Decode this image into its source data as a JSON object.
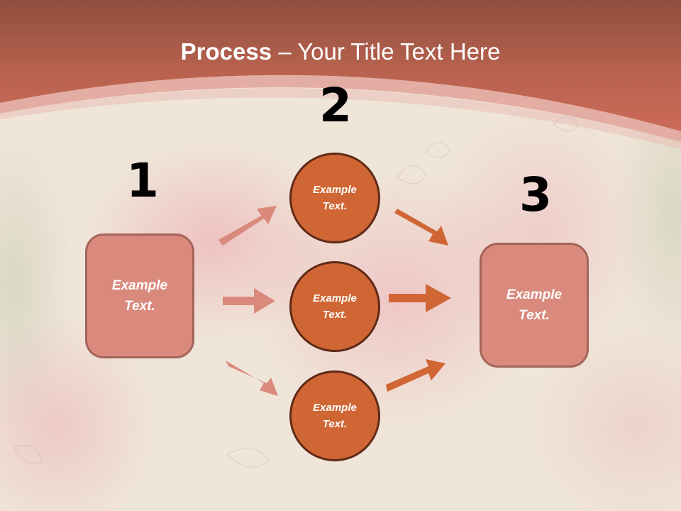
{
  "slide": {
    "title_bold": "Process",
    "title_rest": " – Your Title Text Here",
    "colors": {
      "header_top": "#8f4e3e",
      "header_bottom": "#cc6b59",
      "box_fill": "#d98a7c",
      "box_border": "#a46459",
      "circle_fill": "#d06634",
      "circle_border": "#5e2a17",
      "arrow_light": "#d98a7c",
      "arrow_dark": "#d06634"
    }
  },
  "steps": [
    {
      "number": "1",
      "label_line1": "Example",
      "label_line2": "Text."
    },
    {
      "number": "2"
    },
    {
      "number": "3",
      "label_line1": "Example",
      "label_line2": "Text."
    }
  ],
  "circles": [
    {
      "label_line1": "Example",
      "label_line2": "Text."
    },
    {
      "label_line1": "Example",
      "label_line2": "Text."
    },
    {
      "label_line1": "Example",
      "label_line2": "Text."
    }
  ]
}
